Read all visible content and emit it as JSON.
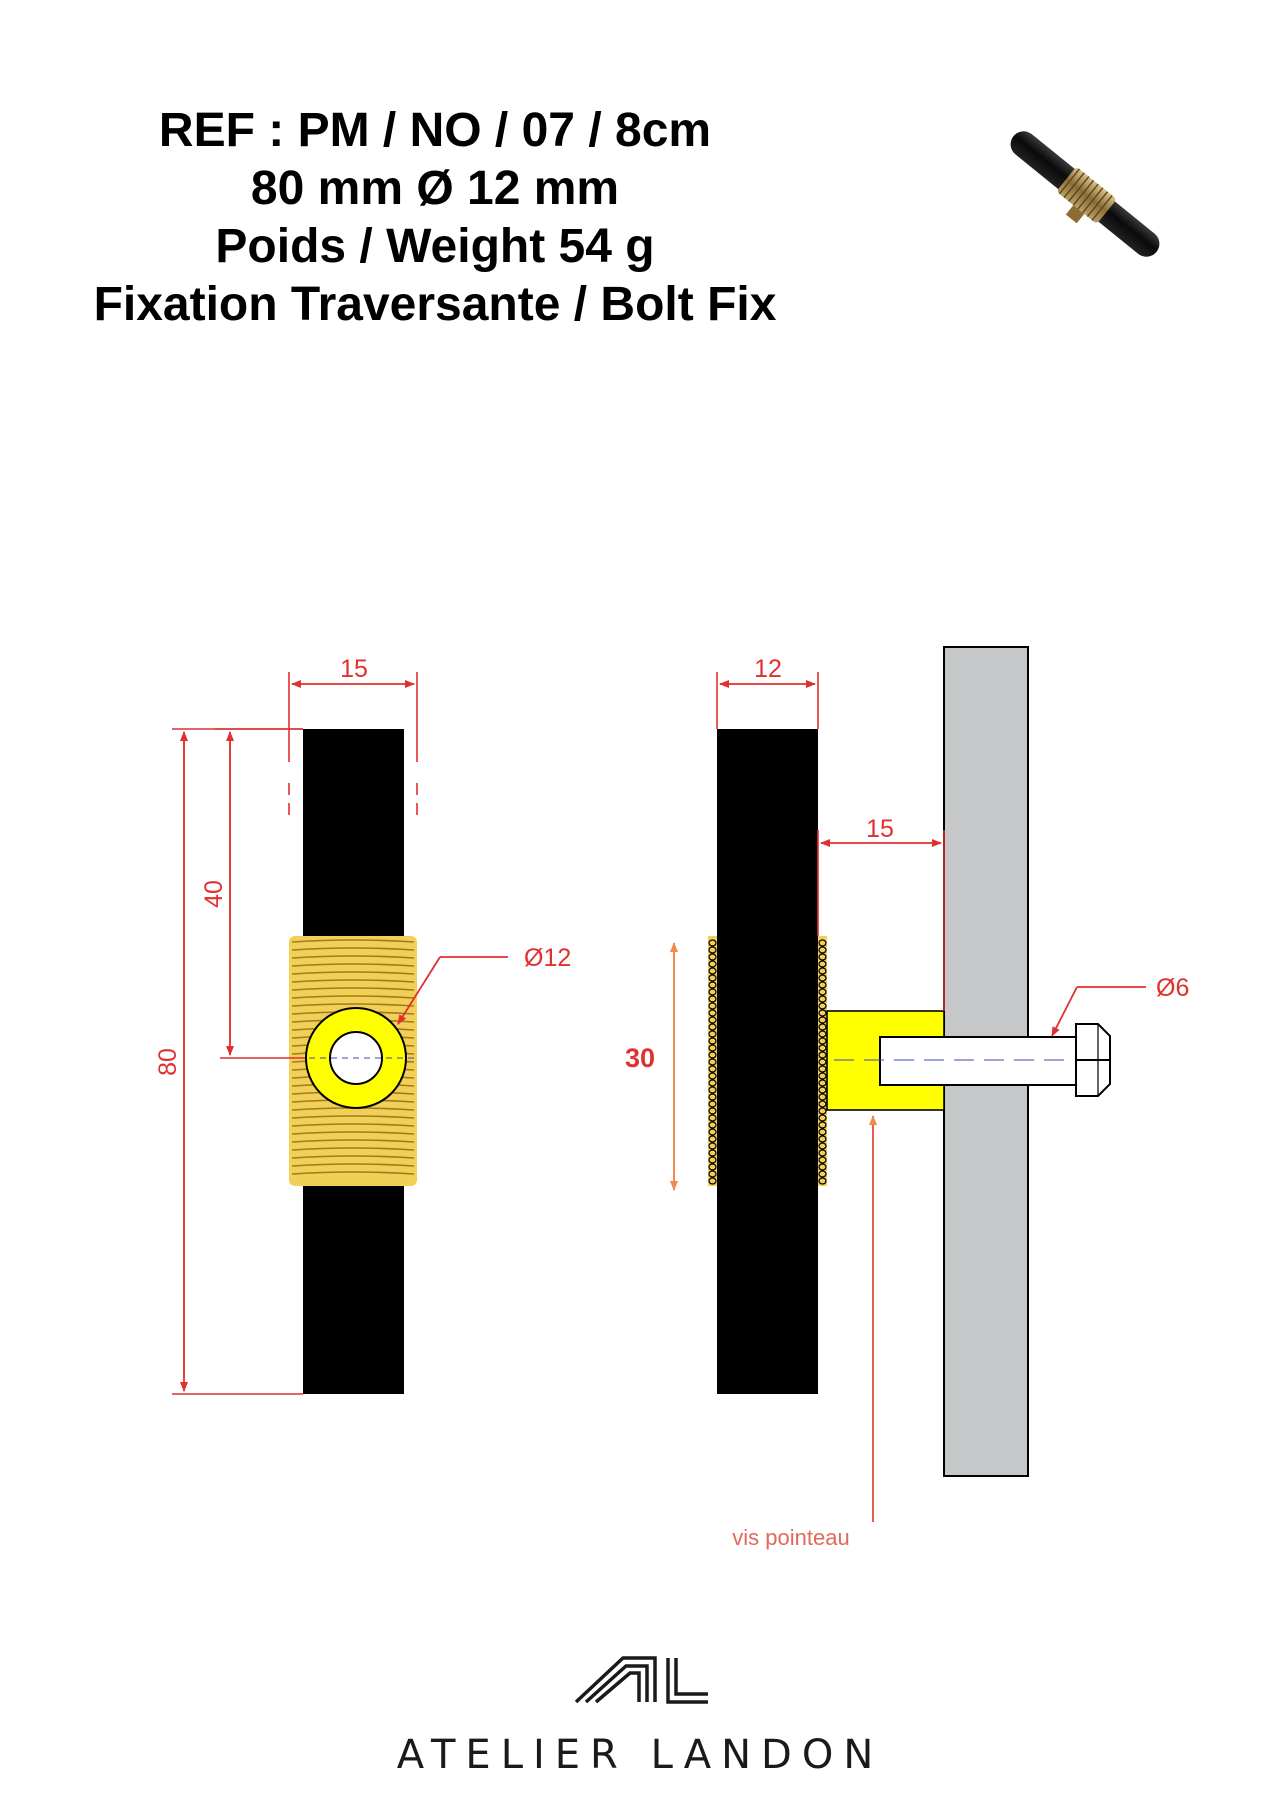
{
  "header": {
    "line1": "REF : PM / NO / 07 / 8cm",
    "line2": "80 mm Ø 12 mm",
    "line3": "Poids / Weight 54 g",
    "line4": "Fixation Traversante / Bolt Fix"
  },
  "front_view": {
    "width_label": "15",
    "upper_length_label": "40",
    "total_length_label": "80",
    "diameter_label": "Ø12"
  },
  "side_view": {
    "thickness_label": "12",
    "standoff_label": "15",
    "collar_length_label": "30",
    "bolt_diameter_label": "Ø6",
    "set_screw_label": "vis pointeau"
  },
  "brand": {
    "name": "ATELIER LANDON",
    "monogram": "AL"
  },
  "colors": {
    "handle": "#000000",
    "brass_thread": "#f2cf57",
    "yellow_part": "#ffff00",
    "door_panel": "#c6c7c9",
    "dimension_red": "#e03030",
    "dimension_orange": "#f08a4b",
    "set_screw_text": "#e06a5a"
  }
}
